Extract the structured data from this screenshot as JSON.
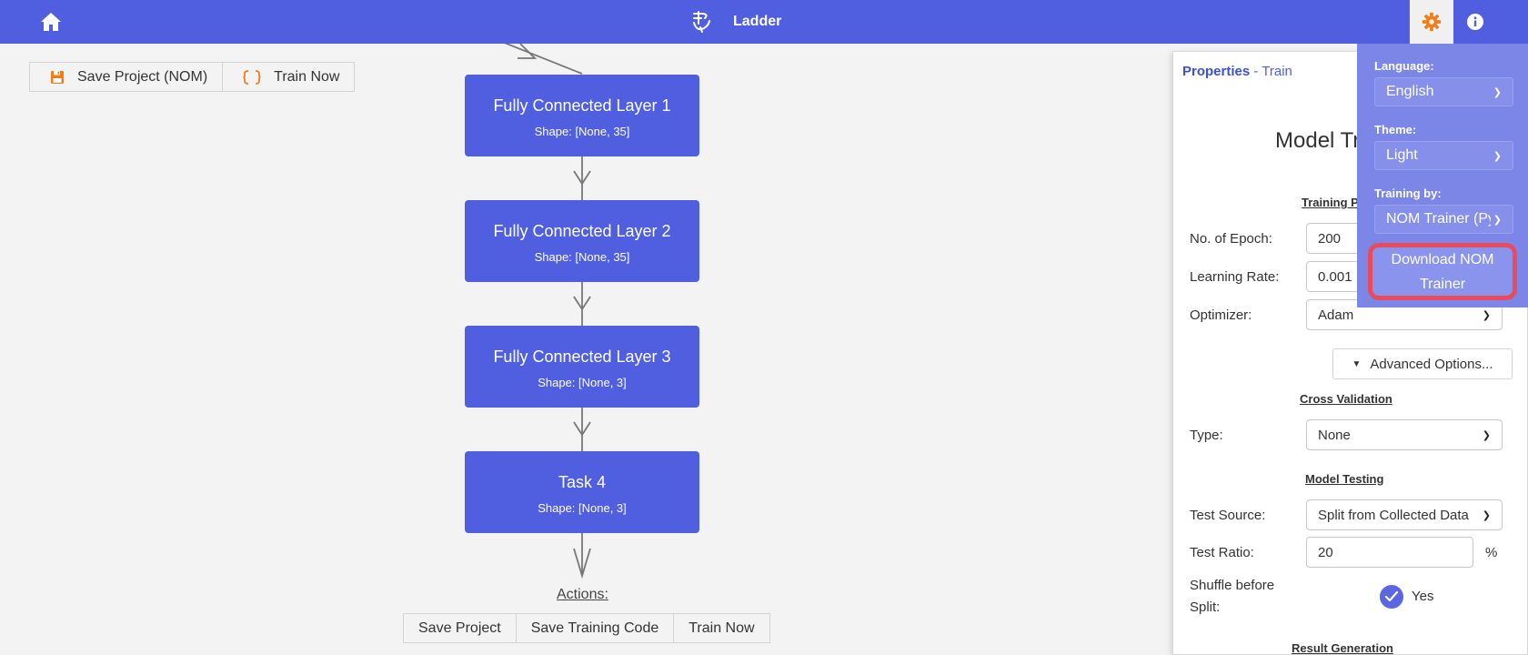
{
  "app": {
    "title": "Ladder"
  },
  "header": {
    "home_icon": "home-icon",
    "brand_icon": "ladder-logo-icon",
    "settings_icon": "gear-icon",
    "info_icon": "info-icon"
  },
  "toolbar": {
    "save_label": "Save Project (NOM)",
    "train_label": "Train Now"
  },
  "nodes": [
    {
      "title": "Fully Connected Layer 1",
      "shape": "Shape: [None, 35]"
    },
    {
      "title": "Fully Connected Layer 2",
      "shape": "Shape: [None, 35]"
    },
    {
      "title": "Fully Connected Layer 3",
      "shape": "Shape: [None, 3]"
    },
    {
      "title": "Task 4",
      "shape": "Shape: [None, 3]"
    }
  ],
  "actions": {
    "label": "Actions:",
    "save_project": "Save Project",
    "save_training_code": "Save Training Code",
    "train_now": "Train Now"
  },
  "properties": {
    "header": "Properties",
    "separator": "-",
    "subheader": "Train",
    "title": "Model Training",
    "training_section": "Training Parameters",
    "epoch_label": "No. of Epoch:",
    "epoch_value": "200",
    "lr_label": "Learning Rate:",
    "lr_value": "0.001",
    "optimizer_label": "Optimizer:",
    "optimizer_value": "Adam",
    "advanced_label": "Advanced Options...",
    "cv_section": "Cross Validation",
    "cv_type_label": "Type:",
    "cv_type_value": "None",
    "testing_section": "Model Testing",
    "test_source_label": "Test Source:",
    "test_source_value": "Split from Collected Data",
    "test_ratio_label": "Test Ratio:",
    "test_ratio_value": "20",
    "test_ratio_unit": "%",
    "shuffle_label_1": "Shuffle before",
    "shuffle_label_2": "Split:",
    "shuffle_value": "Yes",
    "next_section": "Result Generation"
  },
  "settings": {
    "language_label": "Language:",
    "language_value": "English",
    "theme_label": "Theme:",
    "theme_value": "Light",
    "training_by_label": "Training by:",
    "training_by_value": "NOM Trainer (Python)",
    "download_label": "Download NOM Trainer"
  },
  "colors": {
    "brand": "#4f5fe0",
    "settings_bg": "#7b86e6",
    "accent": "#f07d1c",
    "highlight": "#e84c5c"
  }
}
